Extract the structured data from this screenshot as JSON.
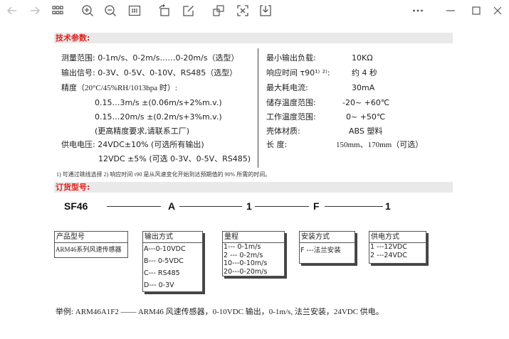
{
  "toolbar": {
    "icons": [
      "back-arrow-icon",
      "forward-arrow-icon",
      "grid-icon",
      "zoom-in-icon",
      "zoom-out-icon",
      "actual-size-icon",
      "rotate-icon",
      "edit-icon",
      "crop-icon",
      "fit-icon",
      "save-icon",
      "more-icon",
      "minimize-icon",
      "maximize-icon",
      "close-icon"
    ]
  },
  "doc": {
    "tech_title": "技术参数:",
    "left_specs": [
      "测量范围:  0-1m/s、0-2m/s……0-20m/s（选型）",
      "输出信号: 0-3V、0-5V、0-10V、RS485（选型）",
      "精度（20°C/45%RH/1013hpa 时）:",
      "0.15…3m/s    ±(0.06m/s+2%m.v.)",
      "0.15…20m/s   ±(0.2m/s+3%m.v.)",
      "(更高精度要求,请联系工厂)",
      "供电电压:   24VDC±10% (可选所有输出)",
      "12VDC  ±5% (可选 0-3V、0-5V、RS485)"
    ],
    "right_specs": [
      {
        "label": "最小输出负载:",
        "value": "10KΩ"
      },
      {
        "label": "响应时间 τ90¹⁾ ²⁾:",
        "value": "约 4 秒"
      },
      {
        "label": "最大耗电流:",
        "value": "30mA"
      },
      {
        "label": "储存温度范围:",
        "value": "-20~ +60℃"
      },
      {
        "label": "工作温度范围:",
        "value": "0~ +50℃"
      },
      {
        "label": "壳体材质:",
        "value": "ABS 塑料"
      },
      {
        "label": "长      度:",
        "value": "150mm、170mm（可选）"
      }
    ],
    "footnote": "1)  可通过跳线选择      2)  响应时间  τ90  是从风速变化开始到达预期值的  90%  所需的时间。",
    "order_title": "订货型号:",
    "code": {
      "model": "SF46",
      "c1": "A",
      "c2": "1",
      "c3": "F",
      "c4": "1"
    },
    "boxes": {
      "product": {
        "header": "产品型号",
        "rows": [
          "ARM46系列风速传感器"
        ]
      },
      "output": {
        "header": "输出方式",
        "rows": [
          "A---0-10VDC",
          "B--- 0-5VDC",
          "C--- RS485",
          "D--- 0-3V"
        ]
      },
      "range": {
        "header": "量程",
        "rows": [
          "1--- 0-1m/s",
          "2 --- 0-2m/s",
          "10---0-10m/s",
          "20---0-20m/s"
        ]
      },
      "install": {
        "header": "安装方式",
        "rows": [
          "F ---法兰安装"
        ]
      },
      "power": {
        "header": "供电方式",
        "rows": [
          "1 ---12VDC",
          "2 ---24VDC"
        ]
      }
    },
    "example": "举例:  ARM46A1F2 —— ARM46 风速传感器，0-10VDC 输出，0-1m/s, 法兰安装，24VDC 供电。"
  }
}
